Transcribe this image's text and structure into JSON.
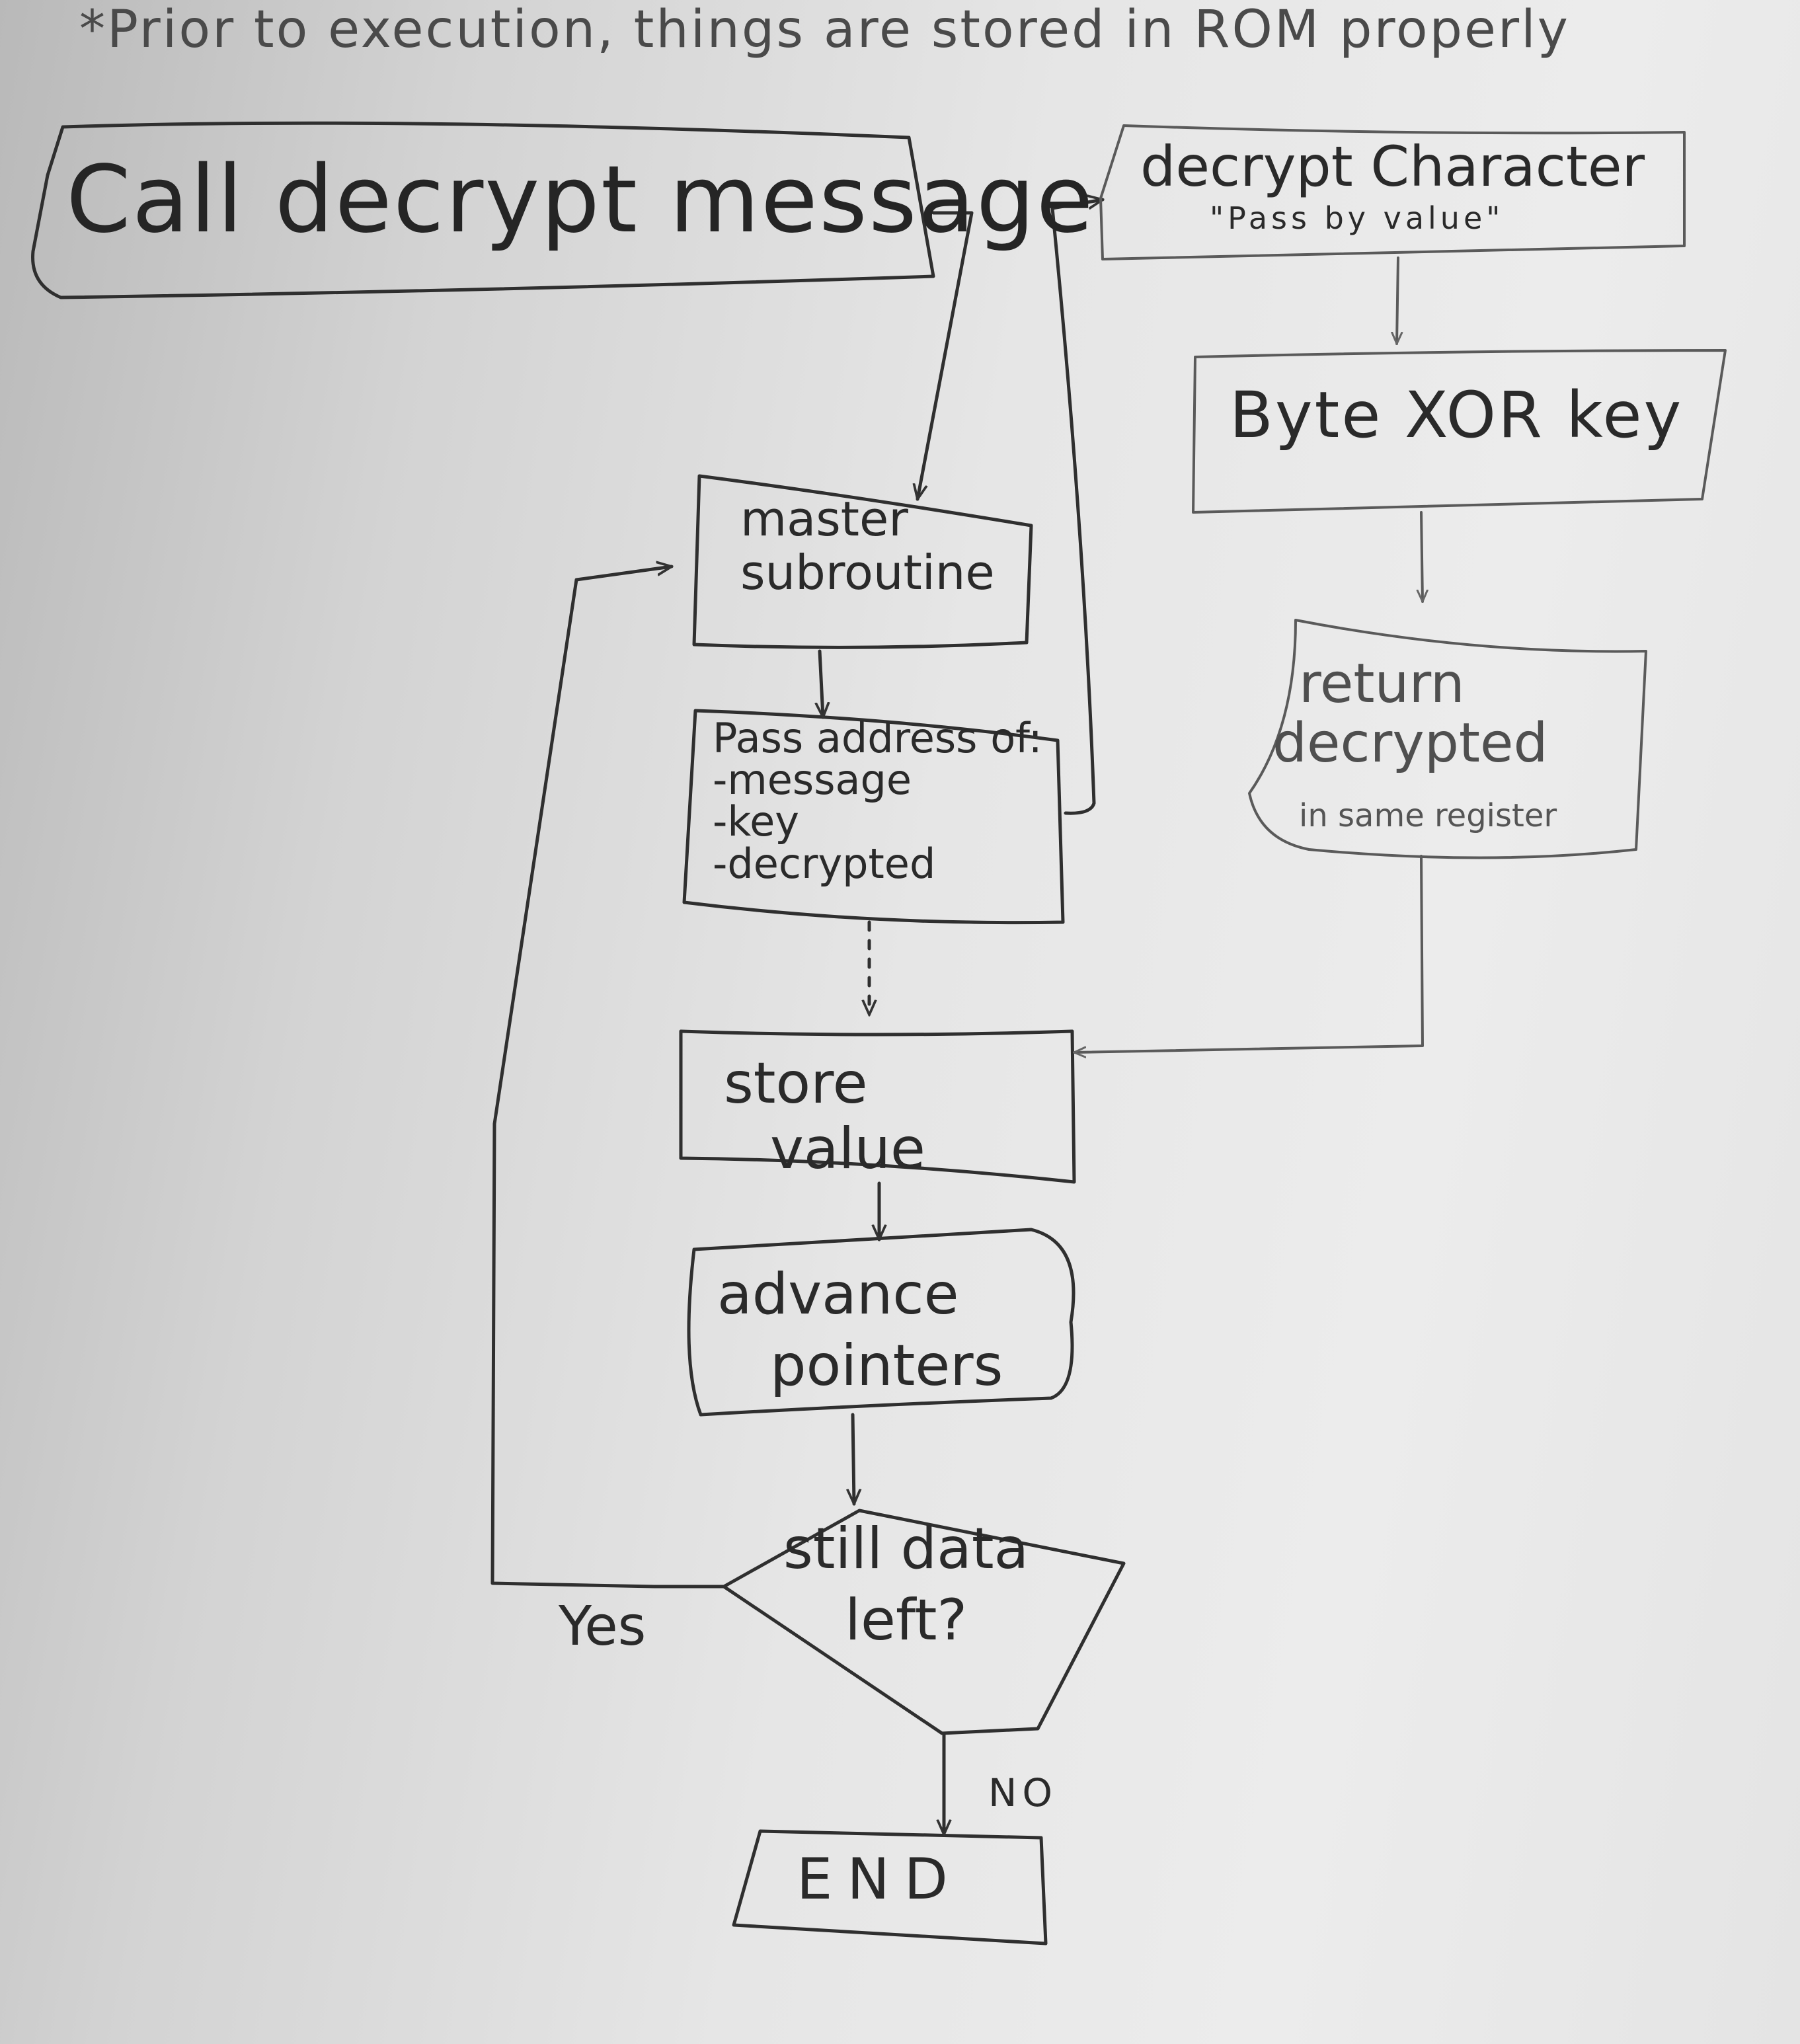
{
  "note": "*Prior to execution, things are stored in ROM properly",
  "nodes": {
    "start": "Call decrypt message",
    "master": [
      "master",
      "subroutine"
    ],
    "pass": [
      "Pass address of:",
      "-message",
      "-key",
      "-decrypted"
    ],
    "store": [
      "store",
      "value"
    ],
    "advance": [
      "advance",
      "pointers"
    ],
    "decision": [
      "still data",
      "left?"
    ],
    "end": "END",
    "decrypt": "decrypt Character",
    "decrypt_sub": "\"Pass by value\"",
    "xor": "Byte XOR key",
    "return": [
      "return",
      "decrypted"
    ],
    "return_sub": "in same register"
  },
  "branches": {
    "yes": "Yes",
    "no": "NO"
  },
  "colors": {
    "ink": "#2f2f2f",
    "pencil": "#5a5a5a",
    "paper": "#e6e6e6"
  }
}
